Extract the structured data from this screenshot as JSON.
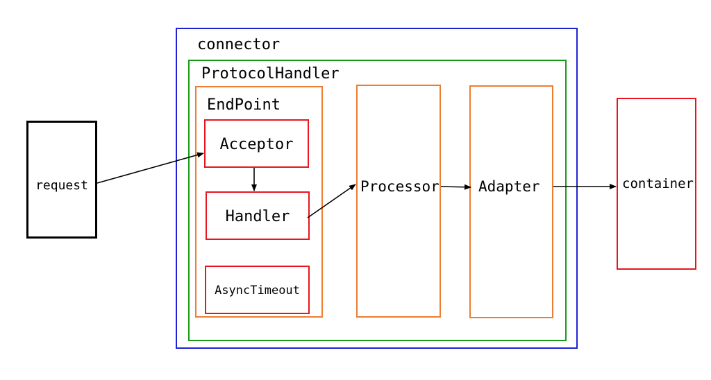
{
  "colors": {
    "connector_border": "#1f1fd6",
    "protocol_handler_border": "#1a9a1a",
    "orange_border": "#ed7d31",
    "red_border": "#e8141e",
    "black_border": "#000000",
    "arrow": "#000000"
  },
  "nodes": {
    "request": "request",
    "connector": "connector",
    "protocol_handler": "ProtocolHandler",
    "endpoint": "EndPoint",
    "acceptor": "Acceptor",
    "handler": "Handler",
    "async_timeout": "AsyncTimeout",
    "processor": "Processor",
    "adapter": "Adapter",
    "container": "container"
  }
}
